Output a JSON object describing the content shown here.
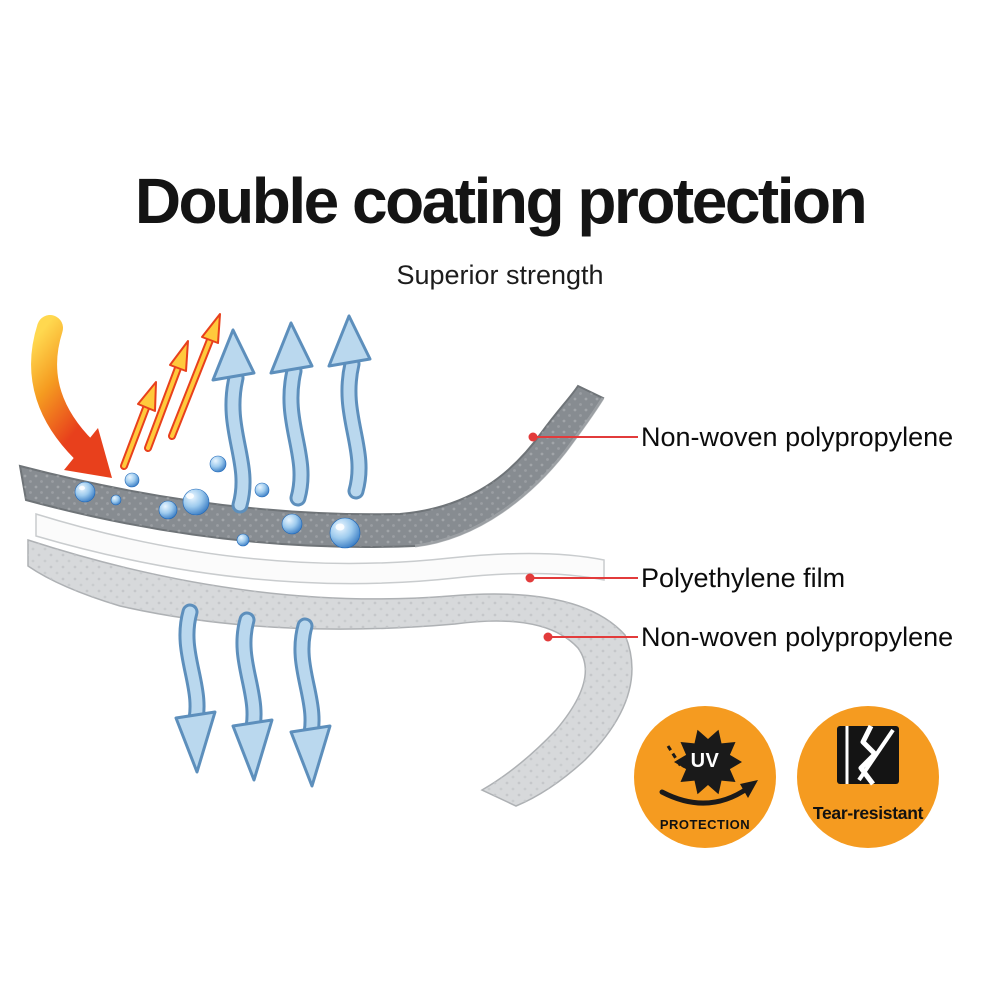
{
  "title": "Double coating protection",
  "subtitle": "Superior strength",
  "callouts": [
    {
      "label": "Non-woven polypropylene"
    },
    {
      "label": "Polyethylene film"
    },
    {
      "label": "Non-woven polypropylene"
    }
  ],
  "badges": {
    "uv": {
      "abbr": "UV",
      "label": "PROTECTION"
    },
    "tear": {
      "label": "Tear-resistant"
    }
  },
  "colors": {
    "badge_orange": "#F59B20",
    "callout_red": "#E23B3B",
    "layer_top_gray": "#878C91",
    "layer_film_white": "#FBFBFB",
    "layer_bottom_gray": "#D7D9DB",
    "arrow_blue_fill": "#BAD8EE",
    "arrow_blue_outline": "#5D8FBC",
    "heat_yellow": "#FFD84F",
    "heat_red": "#E8401C"
  }
}
